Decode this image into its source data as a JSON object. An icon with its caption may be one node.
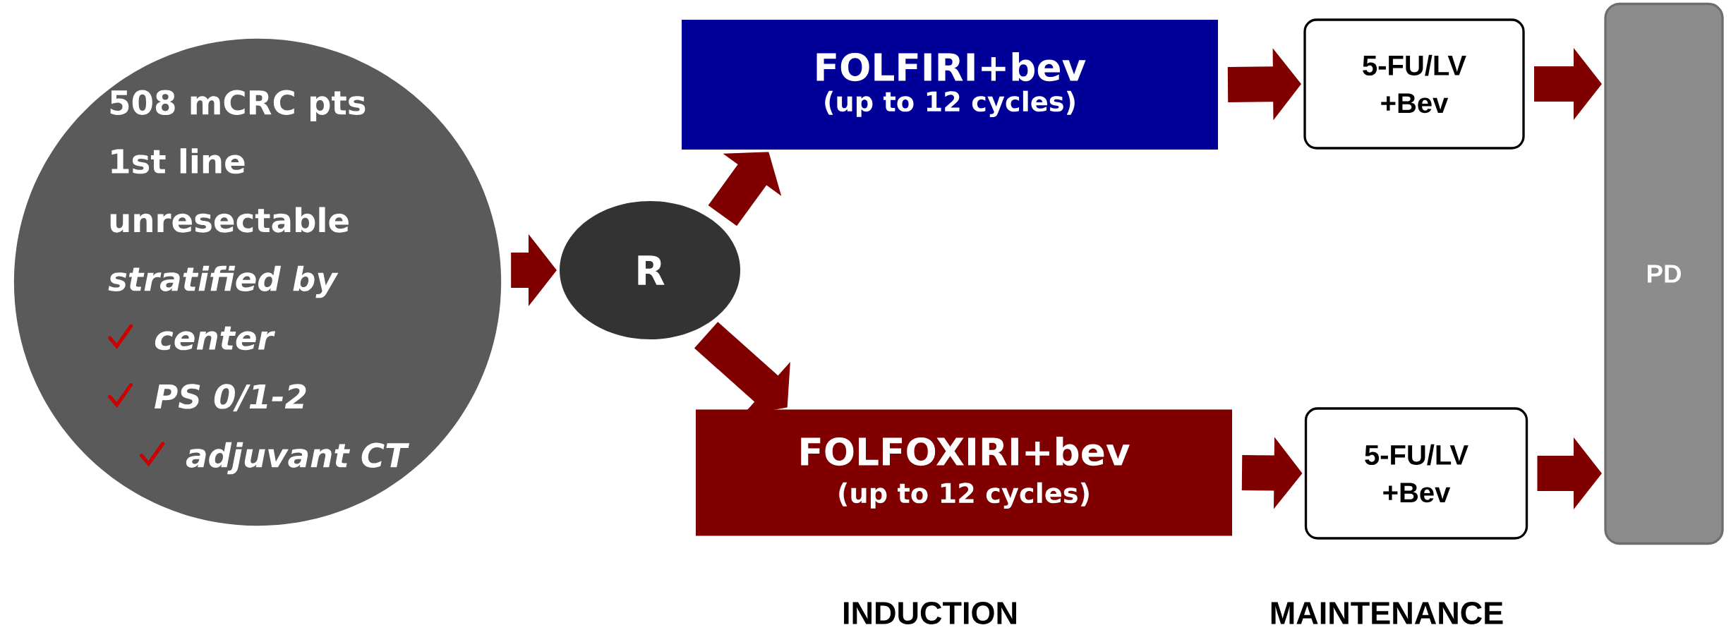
{
  "diagram": {
    "nodes": [
      {
        "text": [
          "508 mCRC pts",
          "1st line",
          "unresectable",
          "stratified by",
          "center",
          "PS 0/1-2",
          "adjuvant CT"
        ]
      },
      {
        "text": [
          "R"
        ]
      },
      {
        "text": [
          "FOLFIRI+bev",
          "(up to 12 cycles)"
        ]
      },
      {
        "text": [
          "FOLFOXIRI+bev",
          "(up to 12 cycles)"
        ]
      },
      {
        "text": [
          "5-FU/LV +Bev"
        ]
      },
      {
        "text": [
          "5-FU/LV +Bev"
        ]
      },
      {
        "text": [
          "PD"
        ]
      }
    ],
    "edges": [
      {
        "from": 0,
        "to": 1,
        "arrow": "to"
      },
      {
        "from": 1,
        "to": 2,
        "arrow": "to"
      },
      {
        "from": 1,
        "to": 3,
        "arrow": "to"
      },
      {
        "from": 2,
        "to": 4,
        "arrow": "to"
      },
      {
        "from": 3,
        "to": 5,
        "arrow": "to"
      },
      {
        "from": 4,
        "to": 6,
        "arrow": "to"
      },
      {
        "from": 5,
        "to": 6,
        "arrow": "to"
      }
    ],
    "labels": [
      "INDUCTION",
      "MAINTENANCE"
    ]
  }
}
